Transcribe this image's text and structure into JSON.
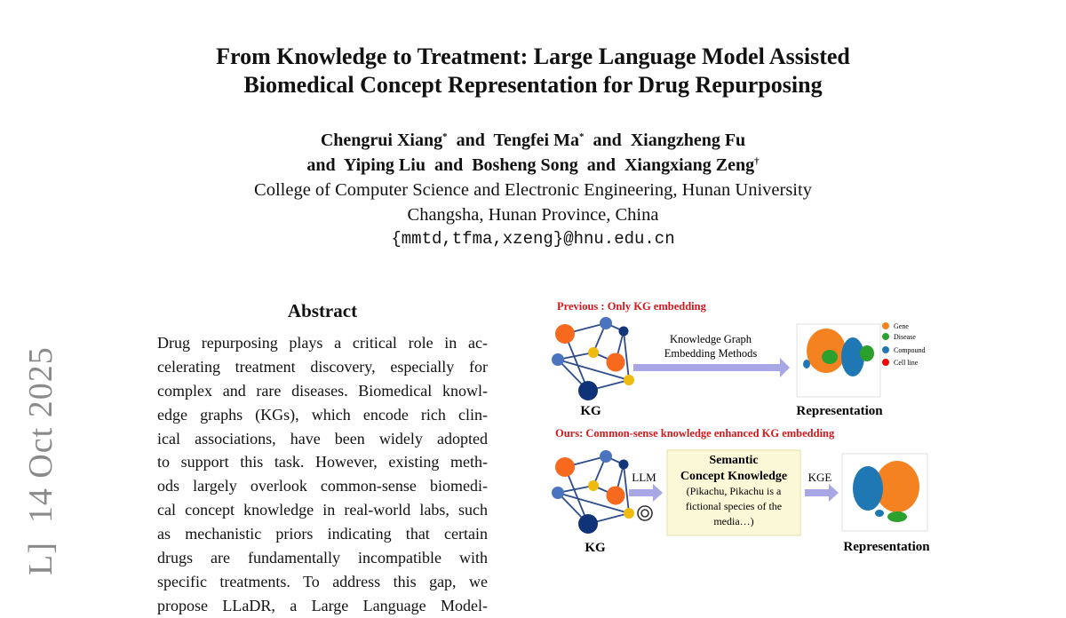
{
  "paper": {
    "title_lines": [
      "From Knowledge to Treatment: Large Language Model Assisted",
      "Biomedical Concept Representation for Drug Repurposing"
    ],
    "authors": [
      {
        "name": "Chengrui Xiang",
        "mark": "*"
      },
      {
        "name": "Tengfei Ma",
        "mark": "*"
      },
      {
        "name": "Xiangzheng Fu",
        "mark": ""
      },
      {
        "name": "Yiping Liu",
        "mark": ""
      },
      {
        "name": "Bosheng Song",
        "mark": ""
      },
      {
        "name": "Xiangxiang Zeng",
        "mark": "†"
      }
    ],
    "conjunction": "and",
    "affiliation_lines": [
      "College of Computer Science and Electronic Engineering, Hunan University",
      "Changsha, Hunan Province, China"
    ],
    "email": "{mmtd,tfma,xzeng}@hnu.edu.cn",
    "arxiv_stamp": "L]  14 Oct 2025"
  },
  "abstract": {
    "heading": "Abstract",
    "lines": [
      "Drug repurposing plays a critical role in ac-",
      "celerating treatment discovery, especially for",
      "complex and rare diseases. Biomedical knowl-",
      "edge graphs (KGs), which encode rich clin-",
      "ical associations, have been widely adopted",
      "to support this task. However, existing meth-",
      "ods largely overlook common-sense biomedi-",
      "cal concept knowledge in real-world labs, such",
      "as mechanistic priors indicating that certain",
      "drugs are fundamentally incompatible with",
      "specific treatments.  To address this gap, we",
      "propose LLaDR, a Large Language Model-"
    ]
  },
  "figure": {
    "top_caption": "Previous : Only KG embedding",
    "bottom_caption": "Ours: Common-sense knowledge enhanced KG embedding",
    "kg_label": "KG",
    "arrow_label_lines": [
      "Knowledge Graph",
      "Embedding Methods"
    ],
    "representation_label": "Representation",
    "legend": [
      {
        "label": "Gene",
        "color": "#f58220"
      },
      {
        "label": "Disease",
        "color": "#2ca02c"
      },
      {
        "label": "Compound",
        "color": "#1f77b4"
      },
      {
        "label": "Cell line",
        "color": "#ff0000"
      }
    ],
    "llm_label": "LLM",
    "kge_label": "KGE",
    "box_title_lines": [
      "Semantic",
      "Concept Knowledge"
    ],
    "box_text_lines": [
      "(Pikachu, Pikachu is a",
      "fictional species of the",
      "media…)"
    ],
    "caption_color": "#d0191c",
    "arrow_color": "#a9a6e6",
    "box_color": "#fbf8d8"
  }
}
